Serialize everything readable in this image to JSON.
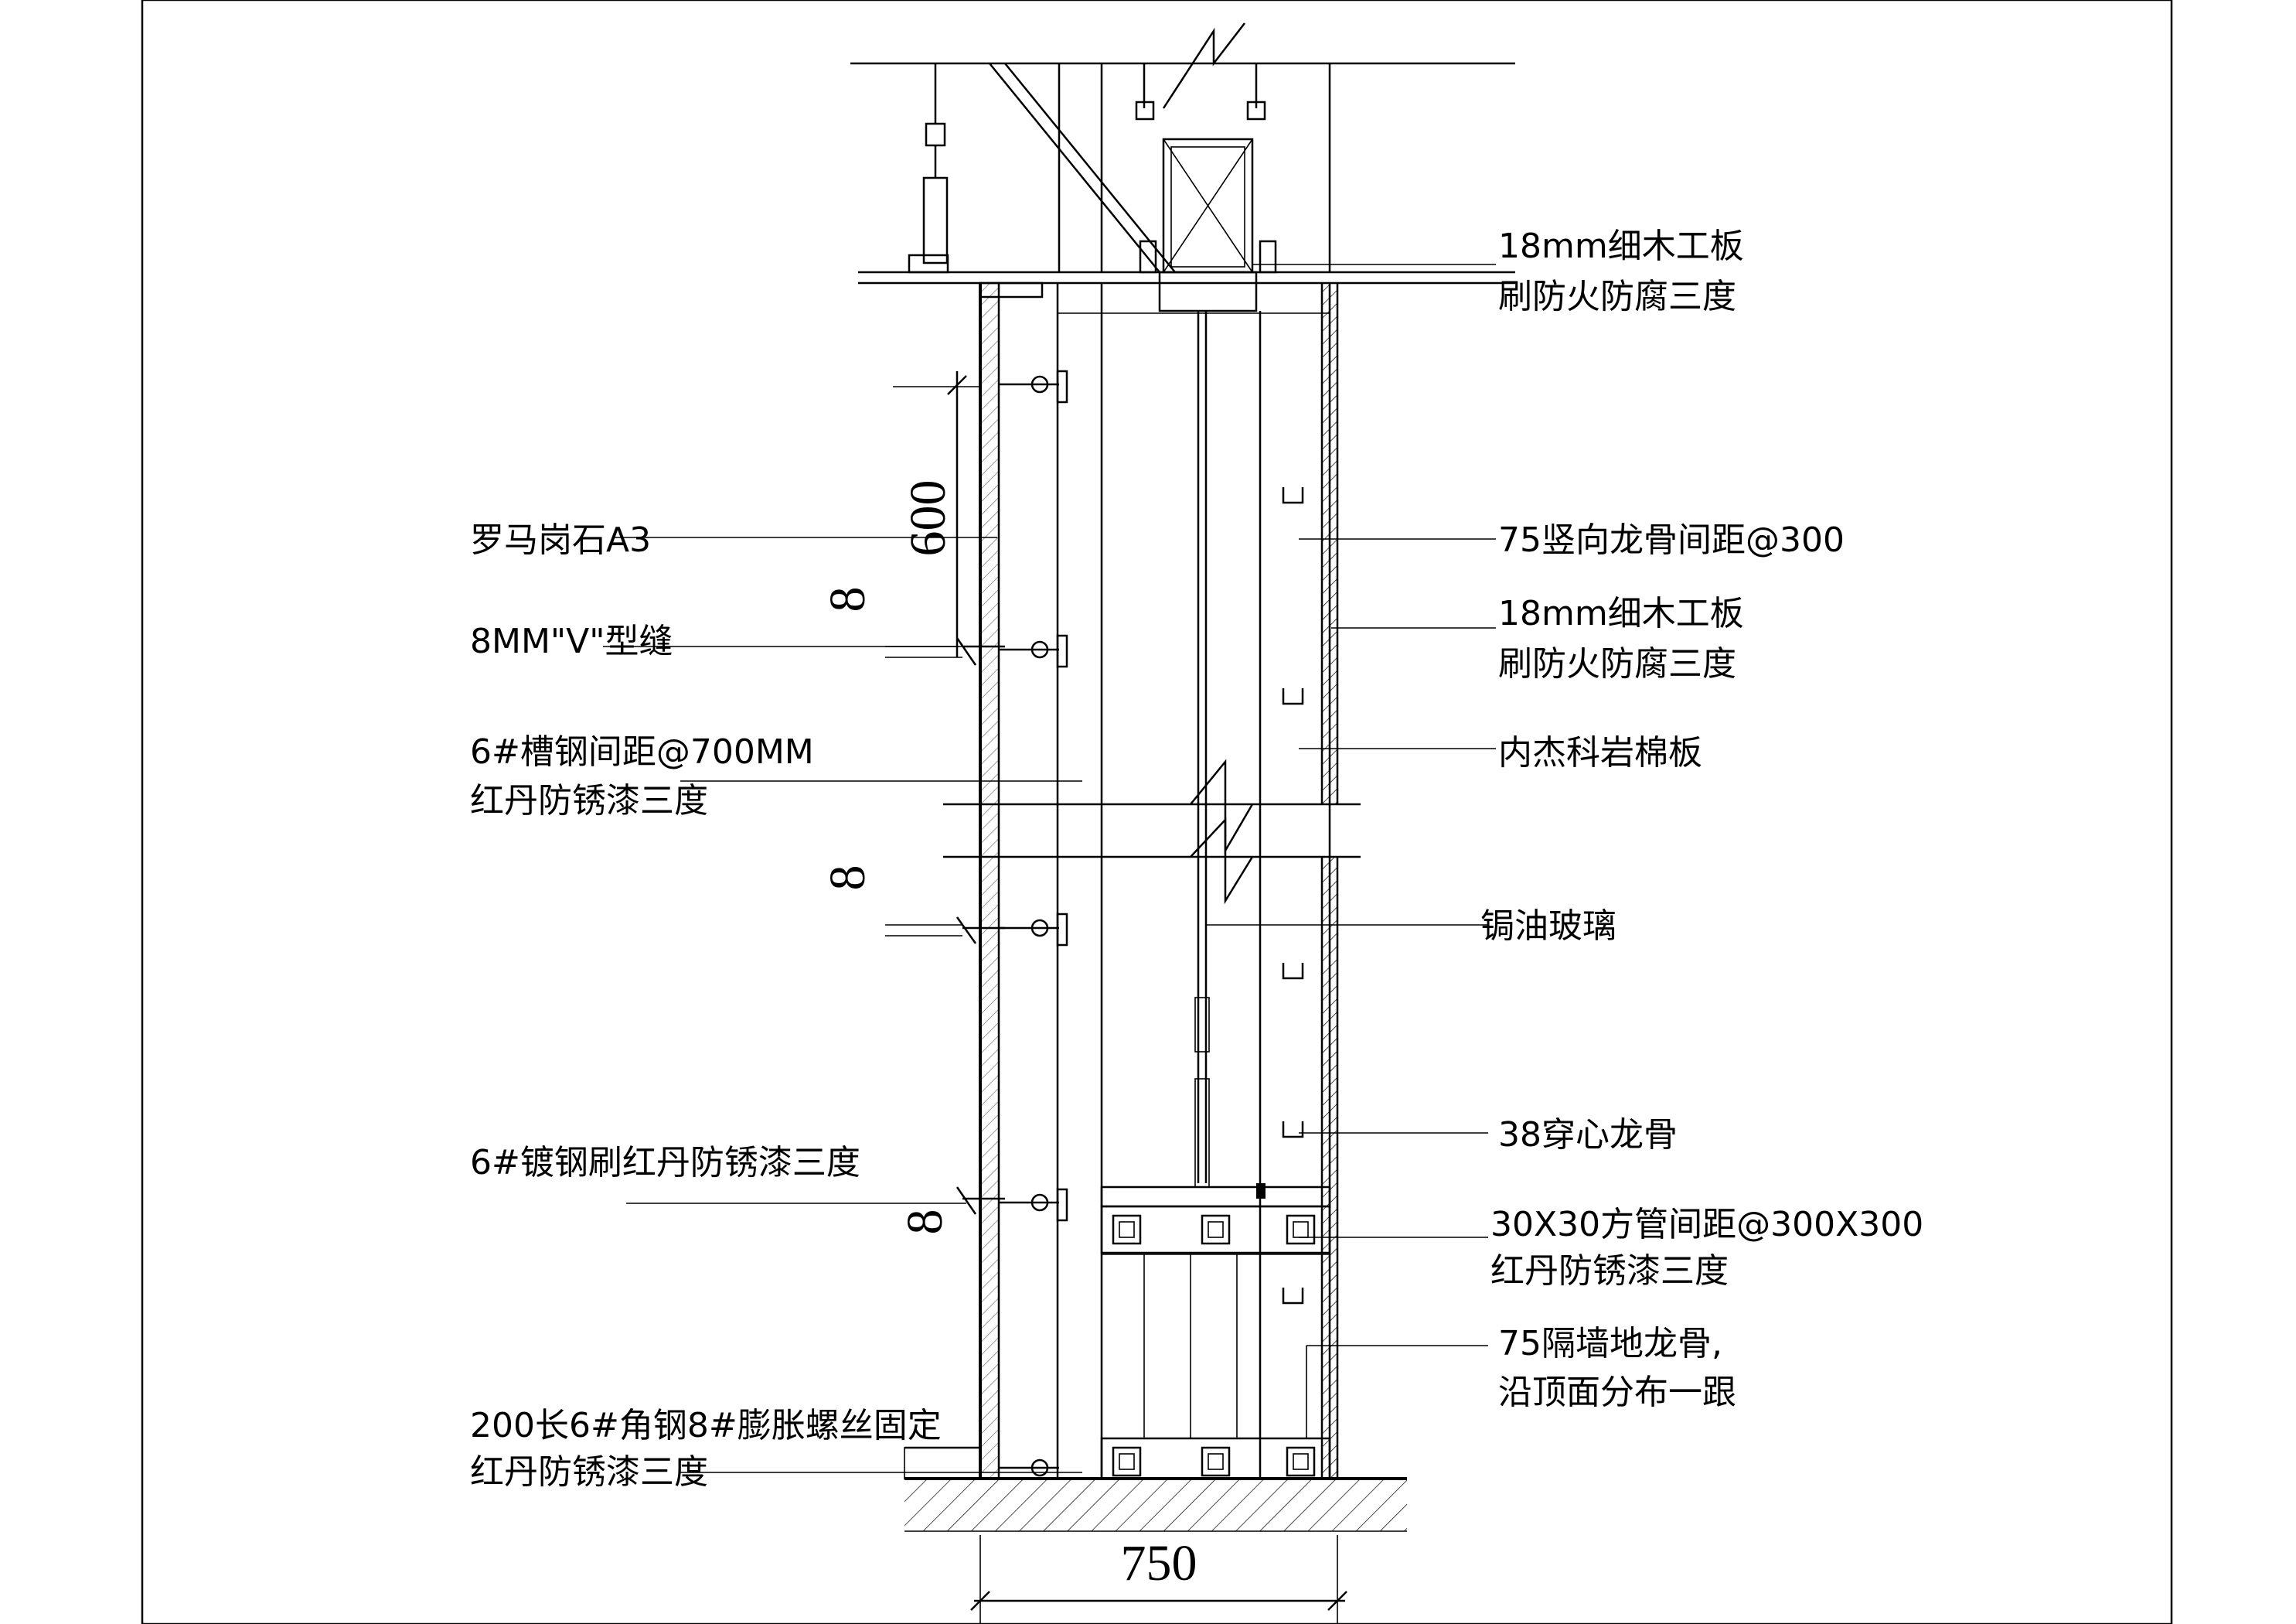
{
  "labels_left": [
    {
      "id": "roman-stone",
      "text": "罗马岗石A3"
    },
    {
      "id": "v-joint",
      "text": "8MM\"V\"型缝"
    },
    {
      "id": "channel-steel-1",
      "text": "6#槽钢间距@700MM"
    },
    {
      "id": "channel-steel-2",
      "text": "红丹防锈漆三度"
    },
    {
      "id": "galv-steel",
      "text": "6#镀钢刷红丹防锈漆三度"
    },
    {
      "id": "angle-steel-1",
      "text": "200长6#角钢8#膨胀螺丝固定"
    },
    {
      "id": "angle-steel-2",
      "text": "红丹防锈漆三度"
    }
  ],
  "labels_right": [
    {
      "id": "board-top-1",
      "text": "18mm细木工板"
    },
    {
      "id": "board-top-2",
      "text": "刷防火防腐三度"
    },
    {
      "id": "stud",
      "text": "75竖向龙骨间距@300"
    },
    {
      "id": "board-mid-1",
      "text": "18mm细木工板"
    },
    {
      "id": "board-mid-2",
      "text": "刷防火防腐三度"
    },
    {
      "id": "rockwool",
      "text": "内杰科岩棉板"
    },
    {
      "id": "glass",
      "text": "锔油玻璃"
    },
    {
      "id": "keel38",
      "text": "38穿心龙骨"
    },
    {
      "id": "square-tube-1",
      "text": "30X30方管间距@300X300"
    },
    {
      "id": "square-tube-2",
      "text": "红丹防锈漆三度"
    },
    {
      "id": "floor-keel-1",
      "text": "75隔墙地龙骨,"
    },
    {
      "id": "floor-keel-2",
      "text": "沿顶面分布一跟"
    }
  ],
  "dimensions": {
    "stone_height": "600",
    "gap_1": "8",
    "gap_2": "8",
    "gap_3": "8",
    "total_width": "750"
  },
  "colors": {
    "line": "#000000",
    "background": "#ffffff"
  }
}
